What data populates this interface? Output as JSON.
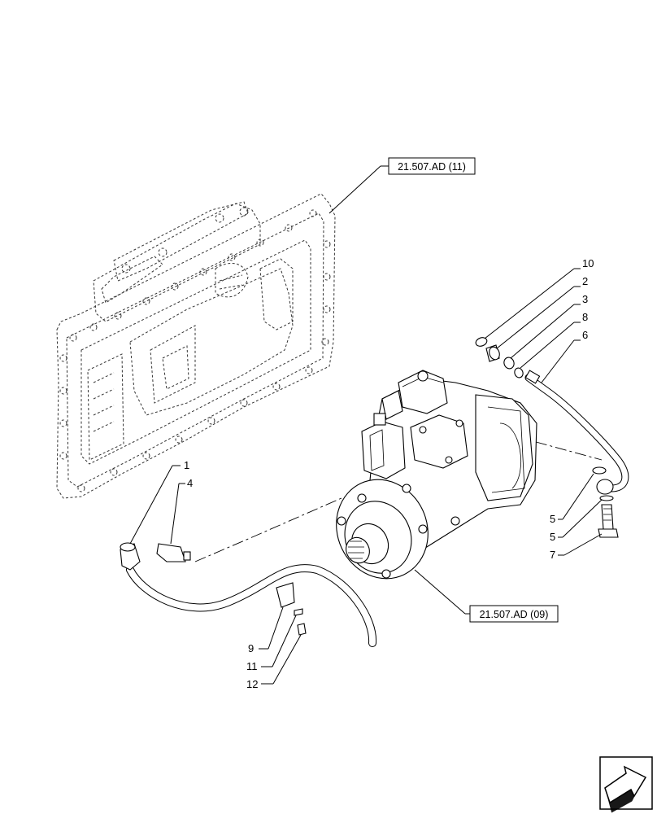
{
  "references": {
    "frame_ref": "21.507.AD (11)",
    "pump_ref": "21.507.AD (09)"
  },
  "callouts": {
    "c10": "10",
    "c2": "2",
    "c3": "3",
    "c8": "8",
    "c6": "6",
    "c5a": "5",
    "c5b": "5",
    "c7": "7",
    "c1": "1",
    "c4": "4",
    "c9": "9",
    "c11": "11",
    "c12": "12"
  },
  "nav_icon": "next-page-arrow-icon"
}
